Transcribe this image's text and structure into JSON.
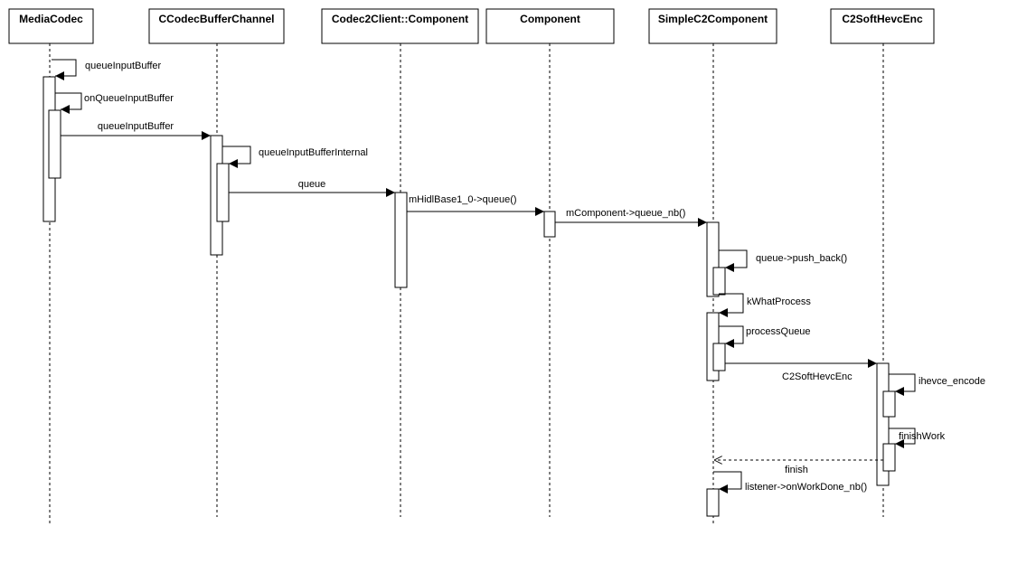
{
  "participants": [
    {
      "id": "mediacodec",
      "label": "MediaCodec"
    },
    {
      "id": "ccbc",
      "label": "CCodecBufferChannel"
    },
    {
      "id": "c2client",
      "label": "Codec2Client::Component"
    },
    {
      "id": "component",
      "label": "Component"
    },
    {
      "id": "simplec2",
      "label": "SimpleC2Component"
    },
    {
      "id": "softhevc",
      "label": "C2SoftHevcEnc"
    }
  ],
  "messages": [
    {
      "id": "m1",
      "label": "queueInputBuffer",
      "from": "mediacodec",
      "to": "mediacodec",
      "kind": "self"
    },
    {
      "id": "m2",
      "label": "onQueueInputBuffer",
      "from": "mediacodec",
      "to": "mediacodec",
      "kind": "self"
    },
    {
      "id": "m3",
      "label": "queueInputBuffer",
      "from": "mediacodec",
      "to": "ccbc",
      "kind": "call"
    },
    {
      "id": "m4",
      "label": "queueInputBufferInternal",
      "from": "ccbc",
      "to": "ccbc",
      "kind": "self"
    },
    {
      "id": "m5",
      "label": "queue",
      "from": "ccbc",
      "to": "c2client",
      "kind": "call"
    },
    {
      "id": "m6",
      "label": "mHidlBase1_0->queue()",
      "from": "c2client",
      "to": "component",
      "kind": "call"
    },
    {
      "id": "m7",
      "label": "mComponent->queue_nb()",
      "from": "component",
      "to": "simplec2",
      "kind": "call"
    },
    {
      "id": "m8",
      "label": "queue->push_back()",
      "from": "simplec2",
      "to": "simplec2",
      "kind": "self"
    },
    {
      "id": "m9",
      "label": "kWhatProcess",
      "from": "simplec2",
      "to": "simplec2",
      "kind": "self"
    },
    {
      "id": "m10",
      "label": "processQueue",
      "from": "simplec2",
      "to": "simplec2",
      "kind": "self"
    },
    {
      "id": "m11",
      "label": "C2SoftHevcEnc",
      "from": "simplec2",
      "to": "softhevc",
      "kind": "call"
    },
    {
      "id": "m12",
      "label": "ihevce_encode",
      "from": "softhevc",
      "to": "softhevc",
      "kind": "self"
    },
    {
      "id": "m13",
      "label": "finishWork",
      "from": "softhevc",
      "to": "softhevc",
      "kind": "self"
    },
    {
      "id": "m14",
      "label": "finish",
      "from": "softhevc",
      "to": "simplec2",
      "kind": "return"
    },
    {
      "id": "m15",
      "label": "listener->onWorkDone_nb()",
      "from": "simplec2",
      "to": "simplec2",
      "kind": "self"
    }
  ]
}
